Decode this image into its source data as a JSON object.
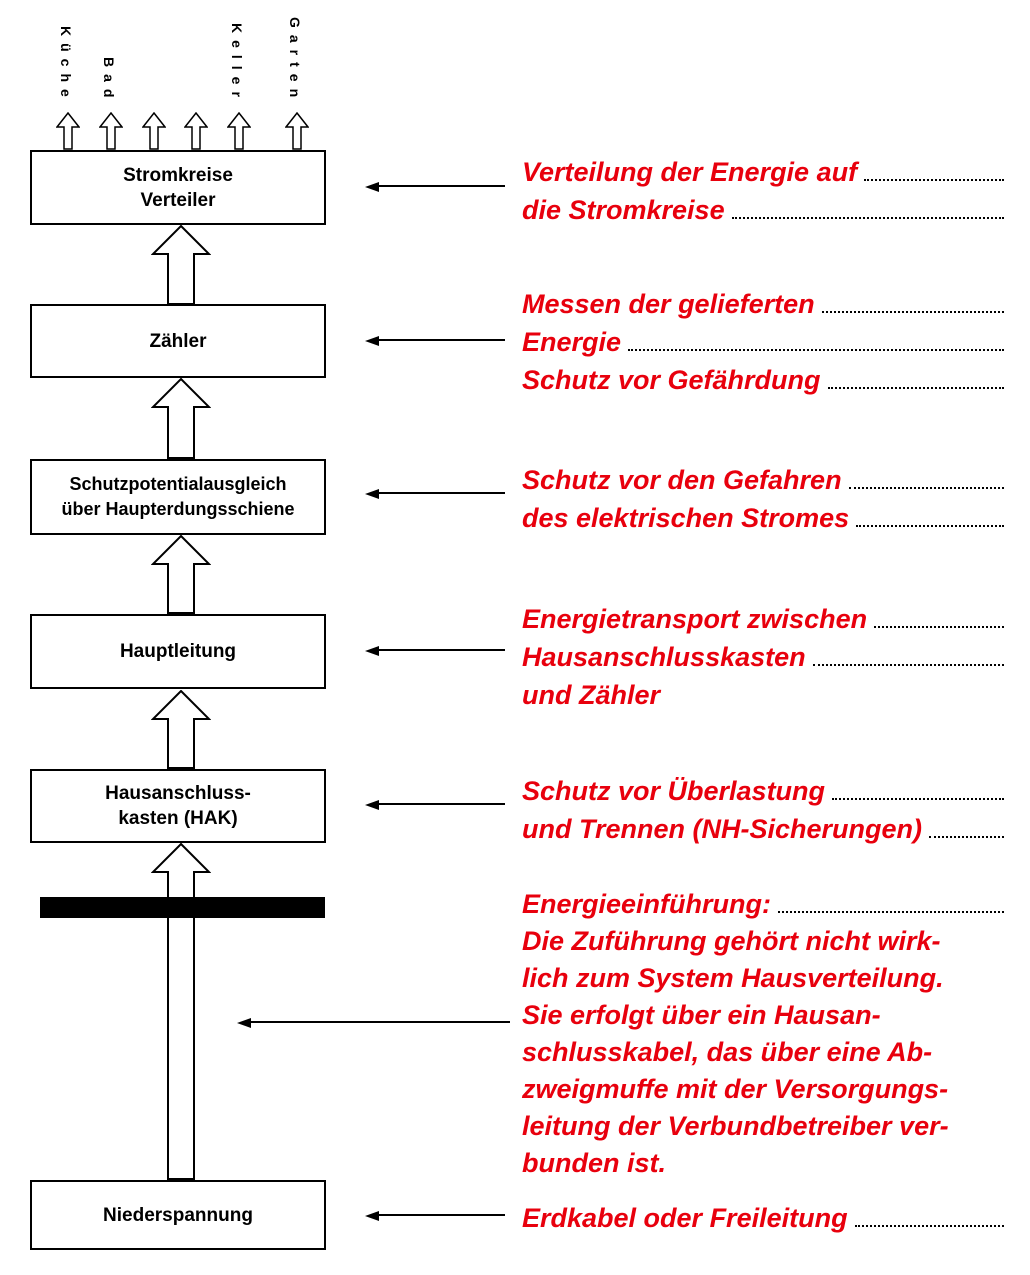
{
  "colors": {
    "annotation_red": "#e8000d",
    "diagram_black": "#000000",
    "background": "#ffffff"
  },
  "circuit_labels": [
    "Küche",
    "Bad",
    "Keller",
    "Garten"
  ],
  "boxes": {
    "verteiler": [
      "Stromkreise",
      "Verteiler"
    ],
    "zaehler": [
      "Zähler"
    ],
    "potential": [
      "Schutzpotentialausgleich",
      "über Haupterdungsschiene"
    ],
    "hauptleitung": [
      "Hauptleitung"
    ],
    "hak": [
      "Hausanschluss-",
      "kasten (HAK)"
    ],
    "niederspannung": [
      "Niederspannung"
    ]
  },
  "annotations": [
    {
      "target": "stromkreise-verteiler",
      "lines": [
        "Verteilung der Energie auf",
        "die Stromkreise"
      ]
    },
    {
      "target": "zaehler",
      "lines": [
        "Messen der gelieferten",
        "Energie",
        "Schutz vor Gefährdung"
      ]
    },
    {
      "target": "schutzpotentialausgleich",
      "lines": [
        "Schutz vor den Gefahren",
        "des elektrischen Stromes"
      ]
    },
    {
      "target": "hauptleitung",
      "lines": [
        "Energietransport zwischen",
        "Hausanschlusskasten",
        "und Zähler"
      ]
    },
    {
      "target": "hausanschlusskasten",
      "lines": [
        "Schutz vor Überlastung",
        "und Trennen (NH-Sicherungen)"
      ]
    },
    {
      "target": "energieeinfuehrung",
      "lines": [
        "Energieeinführung:",
        "Die Zuführung gehört nicht wirk-",
        "lich zum System Hausverteilung.",
        "Sie erfolgt über ein Hausan-",
        "schlusskabel, das über eine Ab-",
        "zweigmuffe mit der Versorgungs-",
        "leitung der Verbundbetreiber ver-",
        "bunden ist."
      ]
    },
    {
      "target": "niederspannung",
      "lines": [
        "Erdkabel oder Freileitung"
      ]
    }
  ]
}
